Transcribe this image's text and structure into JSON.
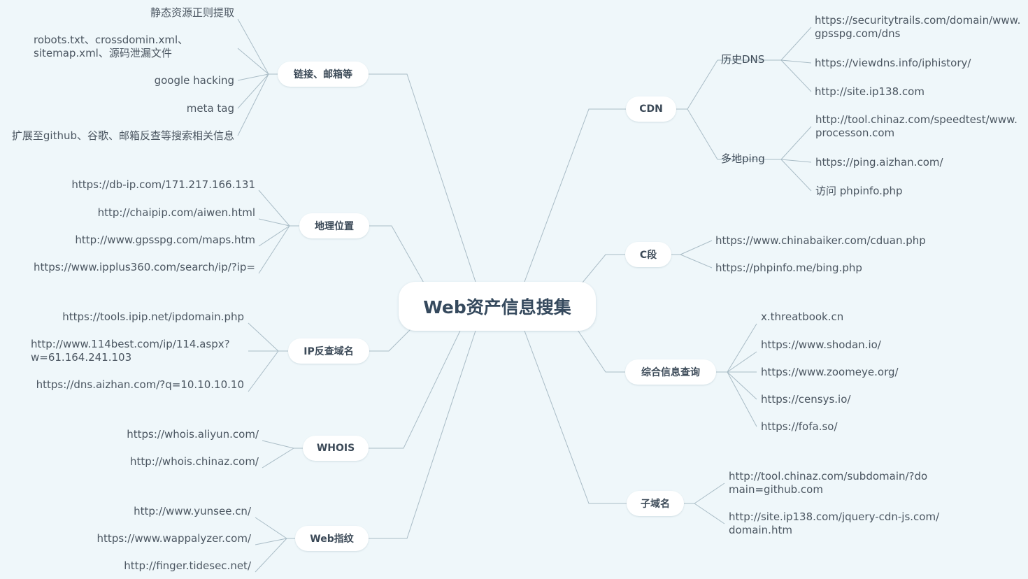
{
  "root": "Web资产信息搜集",
  "left": [
    {
      "label": "链接、邮箱等",
      "children": [
        "静态资源正则提取",
        "robots.txt、crossdomin.xml、sitemap.xml、源码泄漏文件",
        "google hacking",
        "meta tag",
        "扩展至github、谷歌、邮箱反查等搜索相关信息"
      ]
    },
    {
      "label": "地理位置",
      "children": [
        "https://db-ip.com/171.217.166.131",
        "http://chaipip.com/aiwen.html",
        "http://www.gpsspg.com/maps.htm",
        "https://www.ipplus360.com/search/ip/?ip="
      ]
    },
    {
      "label": "IP反查域名",
      "children": [
        "https://tools.ipip.net/ipdomain.php",
        "http://www.114best.com/ip/114.aspx?w=61.164.241.103",
        "https://dns.aizhan.com/?q=10.10.10.10"
      ]
    },
    {
      "label": "WHOIS",
      "children": [
        "https://whois.aliyun.com/",
        "http://whois.chinaz.com/"
      ]
    },
    {
      "label": "Web指纹",
      "children": [
        "http://www.yunsee.cn/",
        "https://www.wappalyzer.com/",
        "http://finger.tidesec.net/"
      ]
    }
  ],
  "right": [
    {
      "label": "CDN",
      "subs": [
        {
          "label": "历史DNS",
          "children": [
            "https://securitytrails.com/domain/www.gpsspg.com/dns",
            "https://viewdns.info/iphistory/",
            "http://site.ip138.com"
          ]
        },
        {
          "label": "多地ping",
          "children": [
            "http://tool.chinaz.com/speedtest/www.processon.com",
            "https://ping.aizhan.com/",
            "访问 phpinfo.php"
          ]
        }
      ]
    },
    {
      "label": "C段",
      "children": [
        "https://www.chinabaiker.com/cduan.php",
        "https://phpinfo.me/bing.php"
      ]
    },
    {
      "label": "综合信息查询",
      "children": [
        "x.threatbook.cn",
        "https://www.shodan.io/",
        "https://www.zoomeye.org/",
        "https://censys.io/",
        "https://fofa.so/"
      ]
    },
    {
      "label": "子域名",
      "children": [
        "http://tool.chinaz.com/subdomain/?domain=github.com",
        "http://site.ip138.com/jquery-cdn-js.com/domain.htm"
      ]
    }
  ],
  "colors": {
    "background": "#eff7fa",
    "line": "#a9bcc6",
    "node": "#ffffff",
    "text": "#3d4a57"
  }
}
